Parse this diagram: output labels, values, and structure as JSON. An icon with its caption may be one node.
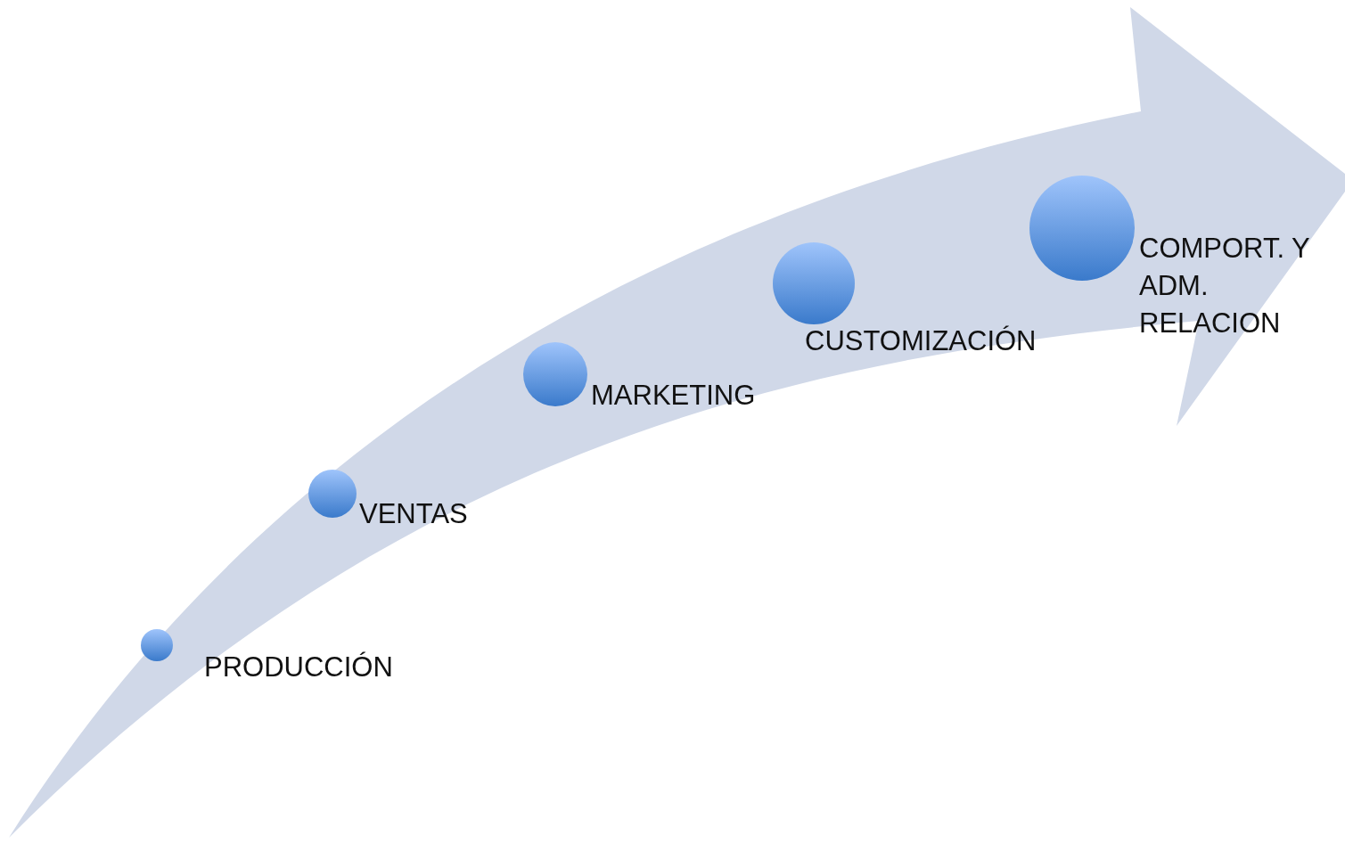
{
  "diagram": {
    "nodes": [
      {
        "text": [
          "PRODUCCIÓN"
        ]
      },
      {
        "text": [
          "VENTAS"
        ]
      },
      {
        "text": [
          "MARKETING"
        ]
      },
      {
        "text": [
          "CUSTOMIZACIÓN"
        ]
      },
      {
        "text": [
          "COMPORT. Y ADM. RELACION"
        ]
      }
    ]
  }
}
